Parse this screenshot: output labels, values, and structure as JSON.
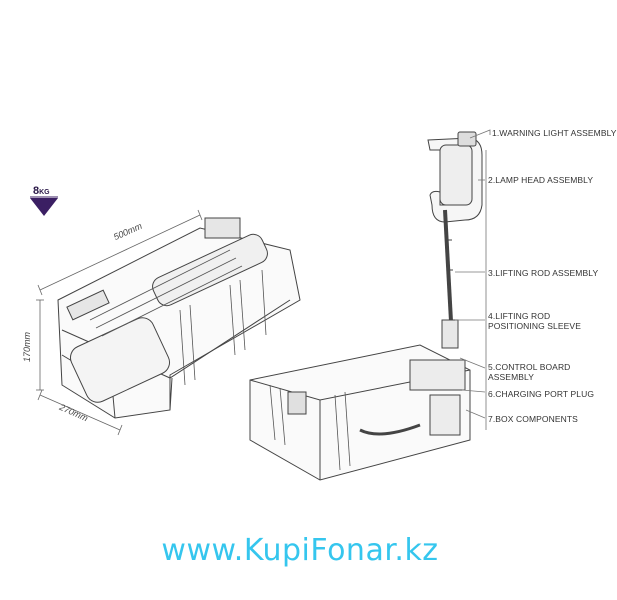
{
  "weight": {
    "value": "8",
    "unit": "KG",
    "marker_color": "#3b1f63"
  },
  "dimensions": {
    "length": "500mm",
    "height": "170mm",
    "width": "270mm"
  },
  "callouts": [
    {
      "line1": "1.WARNING LIGHT ASSEMBLY",
      "line2": ""
    },
    {
      "line1": "2.LAMP HEAD ASSEMBLY",
      "line2": ""
    },
    {
      "line1": "3.LIFTING ROD ASSEMBLY",
      "line2": ""
    },
    {
      "line1": "4.LIFTING ROD",
      "line2": "POSITIONING SLEEVE"
    },
    {
      "line1": "5.CONTROL BOARD",
      "line2": "ASSEMBLY"
    },
    {
      "line1": "6.CHARGING PORT PLUG",
      "line2": ""
    },
    {
      "line1": "7.BOX COMPONENTS",
      "line2": ""
    }
  ],
  "watermark": {
    "text": "www.KupiFonar.kz",
    "color": "#35c6ee"
  }
}
